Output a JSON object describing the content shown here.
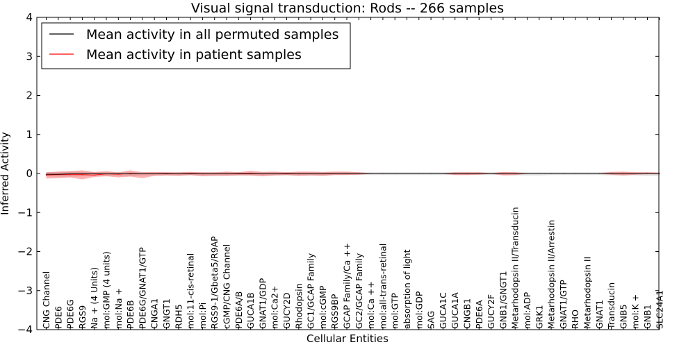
{
  "chart_data": {
    "type": "line",
    "title": "Visual signal transduction: Rods -- 266 samples",
    "xlabel": "Cellular Entities",
    "ylabel": "Inferred Activity",
    "ylim": [
      -4,
      4
    ],
    "yticks": [
      "4",
      "3",
      "2",
      "1",
      "0",
      "−1",
      "−2",
      "−3",
      "−4"
    ],
    "ytick_values": [
      4,
      3,
      2,
      1,
      0,
      -1,
      -2,
      -3,
      -4
    ],
    "grid": false,
    "legend_position": "top-left",
    "categories": [
      "CNG Channel",
      "PDE6",
      "PDE6G",
      "RGS9",
      "Na + (4 Units)",
      "mol:GMP (4 units)",
      "mol:Na +",
      "PDE6B",
      "PDE6G/GNAT1/GTP",
      "CNGA1",
      "GNGT1",
      "RDH5",
      "mol:11-cis-retinal",
      "mol:Pi",
      "RGS9-1/Gbeta5/R9AP",
      "cGMP/CNG Channel",
      "PDE6A/B",
      "GUCA1B",
      "GNAT1/GDP",
      "mol:Ca2+",
      "GUCY2D",
      "Rhodopsin",
      "GC1/GCAP Family",
      "mol:cGMP",
      "RGS9BP",
      "GCAP Family/Ca ++",
      "GC2/GCAP Family",
      "mol:Ca ++",
      "mol:all-trans-retinal",
      "mol:GTP",
      "absorption of light",
      "mol:GDP",
      "SAG",
      "GUCA1C",
      "GUCA1A",
      "CNGB1",
      "PDE6A",
      "GUCY2F",
      "GNB1/GNGT1",
      "Metarhodopsin II/Transducin",
      "mol:ADP",
      "GRK1",
      "Metarhodopsin II/Arrestin",
      "GNAT1/GTP",
      "RHO",
      "Metarhodopsin II",
      "GNAT1",
      "Transducin",
      "GNB5",
      "mol:K +",
      "GNB1",
      "SLC24A1"
    ],
    "series": [
      {
        "name": "Mean activity in all permuted samples",
        "color": "#000000",
        "values": [
          -0.02,
          -0.02,
          -0.01,
          -0.01,
          -0.01,
          -0.01,
          -0.01,
          -0.01,
          -0.01,
          -0.01,
          -0.01,
          -0.01,
          -0.01,
          -0.01,
          -0.01,
          -0.01,
          -0.01,
          -0.01,
          -0.01,
          -0.01,
          -0.01,
          -0.01,
          -0.01,
          -0.01,
          0,
          0,
          0,
          0,
          0,
          0,
          0,
          0,
          0,
          0,
          0,
          0,
          0,
          0,
          0,
          0,
          0,
          0,
          0,
          0,
          0,
          0,
          0,
          0,
          0,
          0,
          0,
          0
        ],
        "band_upper": [
          0.03,
          0.04,
          0.05,
          0.04,
          0.03,
          0.03,
          0.03,
          0.03,
          0.03,
          0.03,
          0.03,
          0.03,
          0.03,
          0.03,
          0.03,
          0.03,
          0.03,
          0.03,
          0.03,
          0.03,
          0.03,
          0.03,
          0.03,
          0.03,
          0.03,
          0.03,
          0.03,
          0.03,
          0.03,
          0.03,
          0.03,
          0.03,
          0.03,
          0.03,
          0.03,
          0.03,
          0.03,
          0.03,
          0.03,
          0.03,
          0.03,
          0.03,
          0.03,
          0.03,
          0.03,
          0.03,
          0.03,
          0.03,
          0.03,
          0.03,
          0.03,
          0.03
        ],
        "band_lower": [
          -0.07,
          -0.08,
          -0.08,
          -0.07,
          -0.06,
          -0.06,
          -0.06,
          -0.06,
          -0.05,
          -0.05,
          -0.05,
          -0.05,
          -0.05,
          -0.05,
          -0.05,
          -0.05,
          -0.05,
          -0.05,
          -0.05,
          -0.05,
          -0.05,
          -0.05,
          -0.05,
          -0.05,
          -0.04,
          -0.04,
          -0.04,
          -0.04,
          -0.04,
          -0.04,
          -0.04,
          -0.04,
          -0.04,
          -0.04,
          -0.04,
          -0.04,
          -0.04,
          -0.04,
          -0.04,
          -0.05,
          -0.05,
          -0.05,
          -0.04,
          -0.04,
          -0.04,
          -0.04,
          -0.04,
          -0.05,
          -0.05,
          -0.05,
          -0.06,
          -0.06
        ]
      },
      {
        "name": "Mean activity in patient samples",
        "color": "#ff0000",
        "values": [
          -0.04,
          -0.03,
          -0.03,
          -0.03,
          -0.04,
          -0.01,
          -0.02,
          0,
          -0.01,
          -0.01,
          0,
          -0.01,
          0,
          -0.01,
          -0.01,
          -0.01,
          0,
          0,
          -0.01,
          -0.01,
          0,
          -0.01,
          -0.01,
          -0.01,
          0,
          0,
          0,
          0,
          0,
          0,
          0,
          0,
          0,
          0,
          0,
          0,
          0,
          0,
          0,
          0,
          0,
          0,
          0,
          0,
          0,
          0,
          0,
          0,
          0,
          0,
          0,
          0
        ],
        "band_upper": [
          0.03,
          0.05,
          0.06,
          0.08,
          0.04,
          0.06,
          0.03,
          0.08,
          0.03,
          0.04,
          0.03,
          0.03,
          0.04,
          0.03,
          0.03,
          0.05,
          0.03,
          0.07,
          0.04,
          0.05,
          0.03,
          0.05,
          0.05,
          0.04,
          0.05,
          0.05,
          0.03,
          0.01,
          0.01,
          0.01,
          0.01,
          0.01,
          0.01,
          0.01,
          0.03,
          0.03,
          0.03,
          0.01,
          0.04,
          0.03,
          0.01,
          0.01,
          0.01,
          0.01,
          0.01,
          0.01,
          0.01,
          0.04,
          0.05,
          0.03,
          0.03,
          0.02
        ],
        "band_lower": [
          -0.13,
          -0.12,
          -0.1,
          -0.15,
          -0.09,
          -0.07,
          -0.1,
          -0.08,
          -0.12,
          -0.06,
          -0.05,
          -0.06,
          -0.04,
          -0.07,
          -0.06,
          -0.06,
          -0.05,
          -0.05,
          -0.07,
          -0.05,
          -0.04,
          -0.06,
          -0.05,
          -0.06,
          -0.04,
          -0.04,
          -0.03,
          -0.01,
          -0.01,
          -0.01,
          -0.01,
          -0.01,
          -0.01,
          -0.01,
          -0.04,
          -0.04,
          -0.03,
          -0.01,
          -0.05,
          -0.04,
          -0.01,
          -0.01,
          -0.01,
          -0.01,
          -0.01,
          -0.01,
          -0.01,
          -0.03,
          -0.05,
          -0.03,
          -0.02,
          -0.02
        ]
      }
    ]
  }
}
